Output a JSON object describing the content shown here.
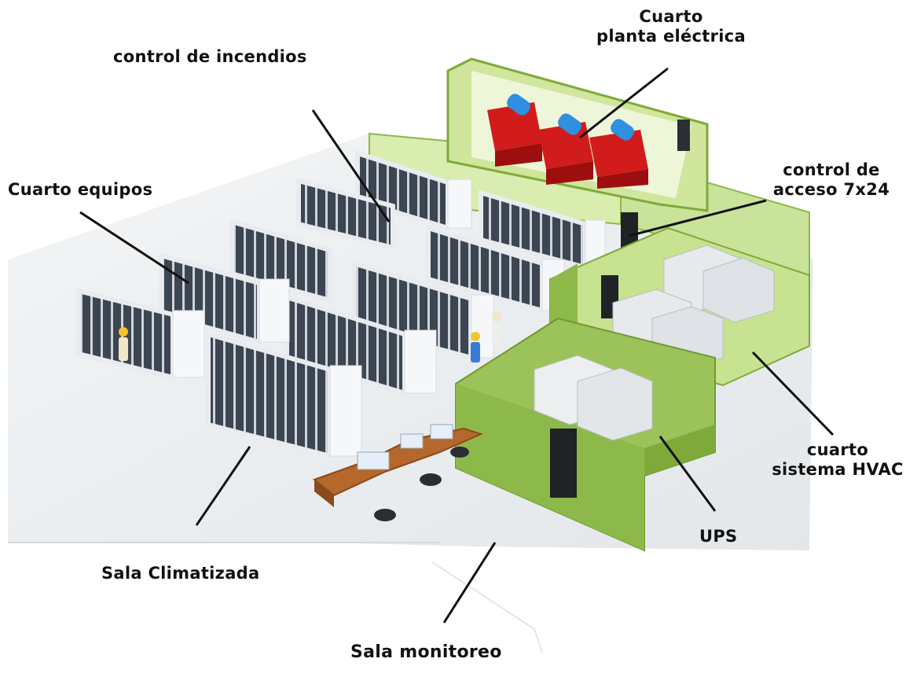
{
  "labels": {
    "cuarto_planta_l1": "Cuarto",
    "cuarto_planta_l2": "planta eléctrica",
    "control_incendios": "control de incendios",
    "cuarto_equipos": "Cuarto equipos",
    "control_acceso_l1": "control de",
    "control_acceso_l2": "acceso 7x24",
    "cuarto_hvac_l1": "cuarto",
    "cuarto_hvac_l2": "sistema HVAC",
    "ups": "UPS",
    "sala_climatizada": "Sala Climatizada",
    "sala_monitoreo": "Sala monitoreo"
  },
  "colors": {
    "wall_green": "#8db94a",
    "wall_green_light": "#d9edb0",
    "generator_red": "#d21b1b",
    "generator_cap_blue": "#2f8fe0",
    "rack_white": "#f1f2f4",
    "rack_panel": "#3c4552",
    "desk_wood": "#b5672c",
    "floor": "#eceff1"
  }
}
